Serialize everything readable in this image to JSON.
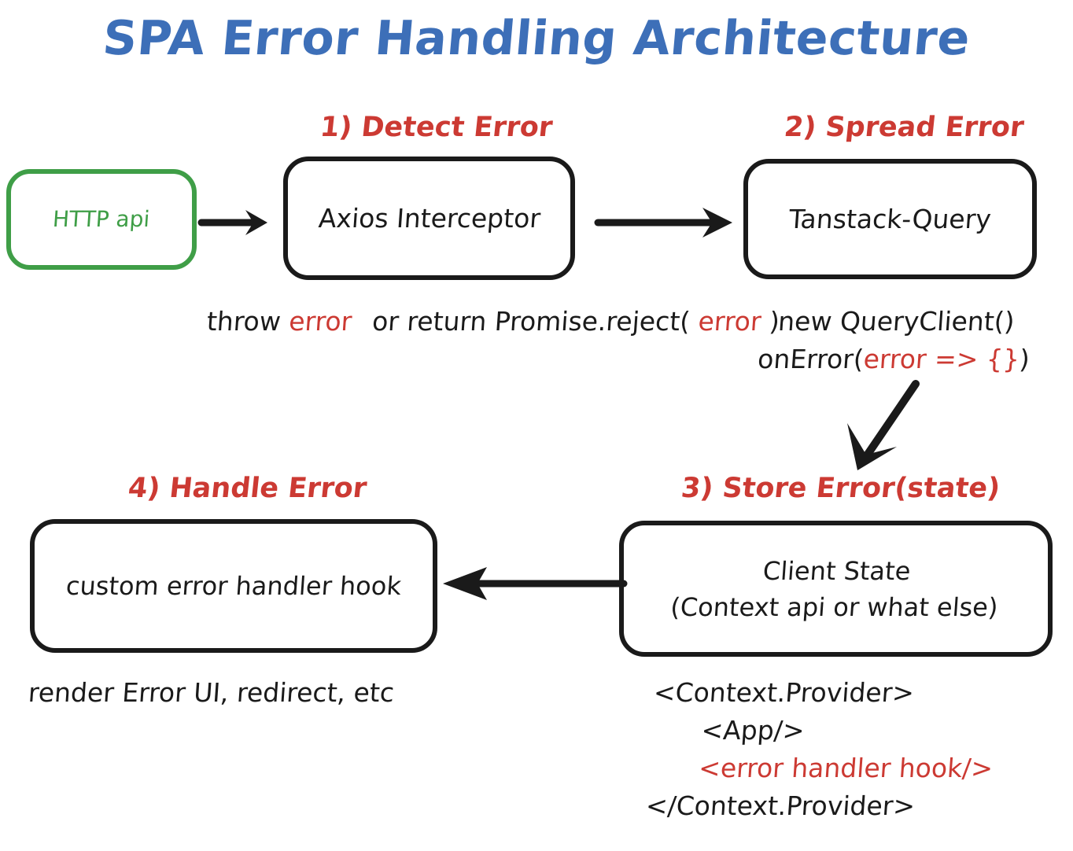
{
  "title": "SPA Error Handling Architecture",
  "colors": {
    "title_blue": "#3d6fb8",
    "step_red": "#cc3a33",
    "source_green": "#3f9e47",
    "box_black": "#1a1a1a",
    "background": "#ffffff"
  },
  "steps": {
    "step1": "1) Detect Error",
    "step2": "2) Spread Error",
    "step3": "3) Store Error(state)",
    "step4": "4) Handle Error"
  },
  "nodes": {
    "http_api": "HTTP api",
    "axios_interceptor": "Axios Interceptor",
    "tanstack_query": "Tanstack-Query",
    "client_state": "Client State\n(Context api or what else)",
    "error_handler_hook": "custom error handler hook"
  },
  "captions": {
    "step1": {
      "line1_a": "throw ",
      "line1_error": "error",
      "line1_b": "or",
      "line2_a": "return Promise.reject( ",
      "line2_error": "error",
      "line2_b": " )"
    },
    "step2": {
      "line1": "new QueryClient()",
      "line2_a": "onError(",
      "line2_error": "error => {}",
      "line2_b": ")"
    },
    "step3": {
      "line1": "<Context.Provider>",
      "line2": "<App/>",
      "line3_error": "<error handler hook/>",
      "line4": "</Context.Provider>"
    },
    "step4": {
      "line1": "render Error UI, redirect, etc"
    }
  },
  "arrows": [
    {
      "name": "http-api-to-axios-interceptor",
      "direction": "right"
    },
    {
      "name": "axios-interceptor-to-tanstack-query",
      "direction": "right"
    },
    {
      "name": "tanstack-query-to-client-state",
      "direction": "down-left"
    },
    {
      "name": "client-state-to-error-handler-hook",
      "direction": "left"
    }
  ]
}
